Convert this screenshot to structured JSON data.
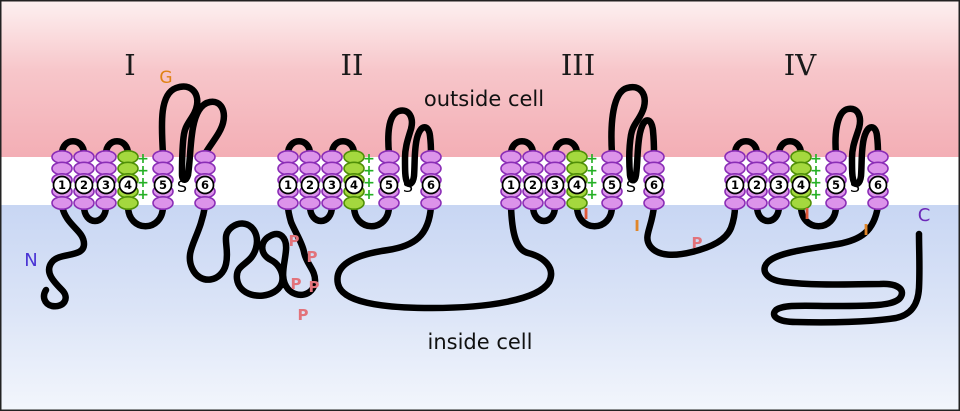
{
  "diagram": {
    "outside_label": "outside cell",
    "inside_label": "inside cell"
  },
  "domains": [
    {
      "numeral": "I",
      "segments": [
        "1",
        "2",
        "3",
        "4",
        "5",
        "6"
      ],
      "pore_label": "S"
    },
    {
      "numeral": "II",
      "segments": [
        "1",
        "2",
        "3",
        "4",
        "5",
        "6"
      ],
      "pore_label": "S"
    },
    {
      "numeral": "III",
      "segments": [
        "1",
        "2",
        "3",
        "4",
        "5",
        "6"
      ],
      "pore_label": "S"
    },
    {
      "numeral": "IV",
      "segments": [
        "1",
        "2",
        "3",
        "4",
        "5",
        "6"
      ],
      "pore_label": "S"
    }
  ],
  "terminals": {
    "n_label": "N",
    "c_label": "C"
  },
  "annotations": {
    "g_label": "G",
    "p_label": "P",
    "i_label": "I",
    "plus_sign": "+"
  },
  "colors": {
    "outside-top": "#fdf1f1",
    "outside-mid": "#f7c6ca",
    "outside-bottom": "#f3aeb5",
    "membrane": "#ffffff",
    "inside-top": "#c8d6f3",
    "inside-mid": "#dbe4f7",
    "inside-bottom": "#f3f6fc",
    "backbone-color": "#000000",
    "helix-purple-fill": "#dc93ea",
    "helix-purple-stroke": "#8a2db6",
    "helix-green-fill": "#a4d83e",
    "helix-green-stroke": "#4f8f07",
    "plus-green": "#25b025",
    "g-color": "#e08214",
    "p-color": "#e2737b",
    "i-color-red": "#e05a3a",
    "i-color-orange": "#e0862a",
    "n-color": "#4a34d4",
    "c-color": "#6d28b8"
  }
}
